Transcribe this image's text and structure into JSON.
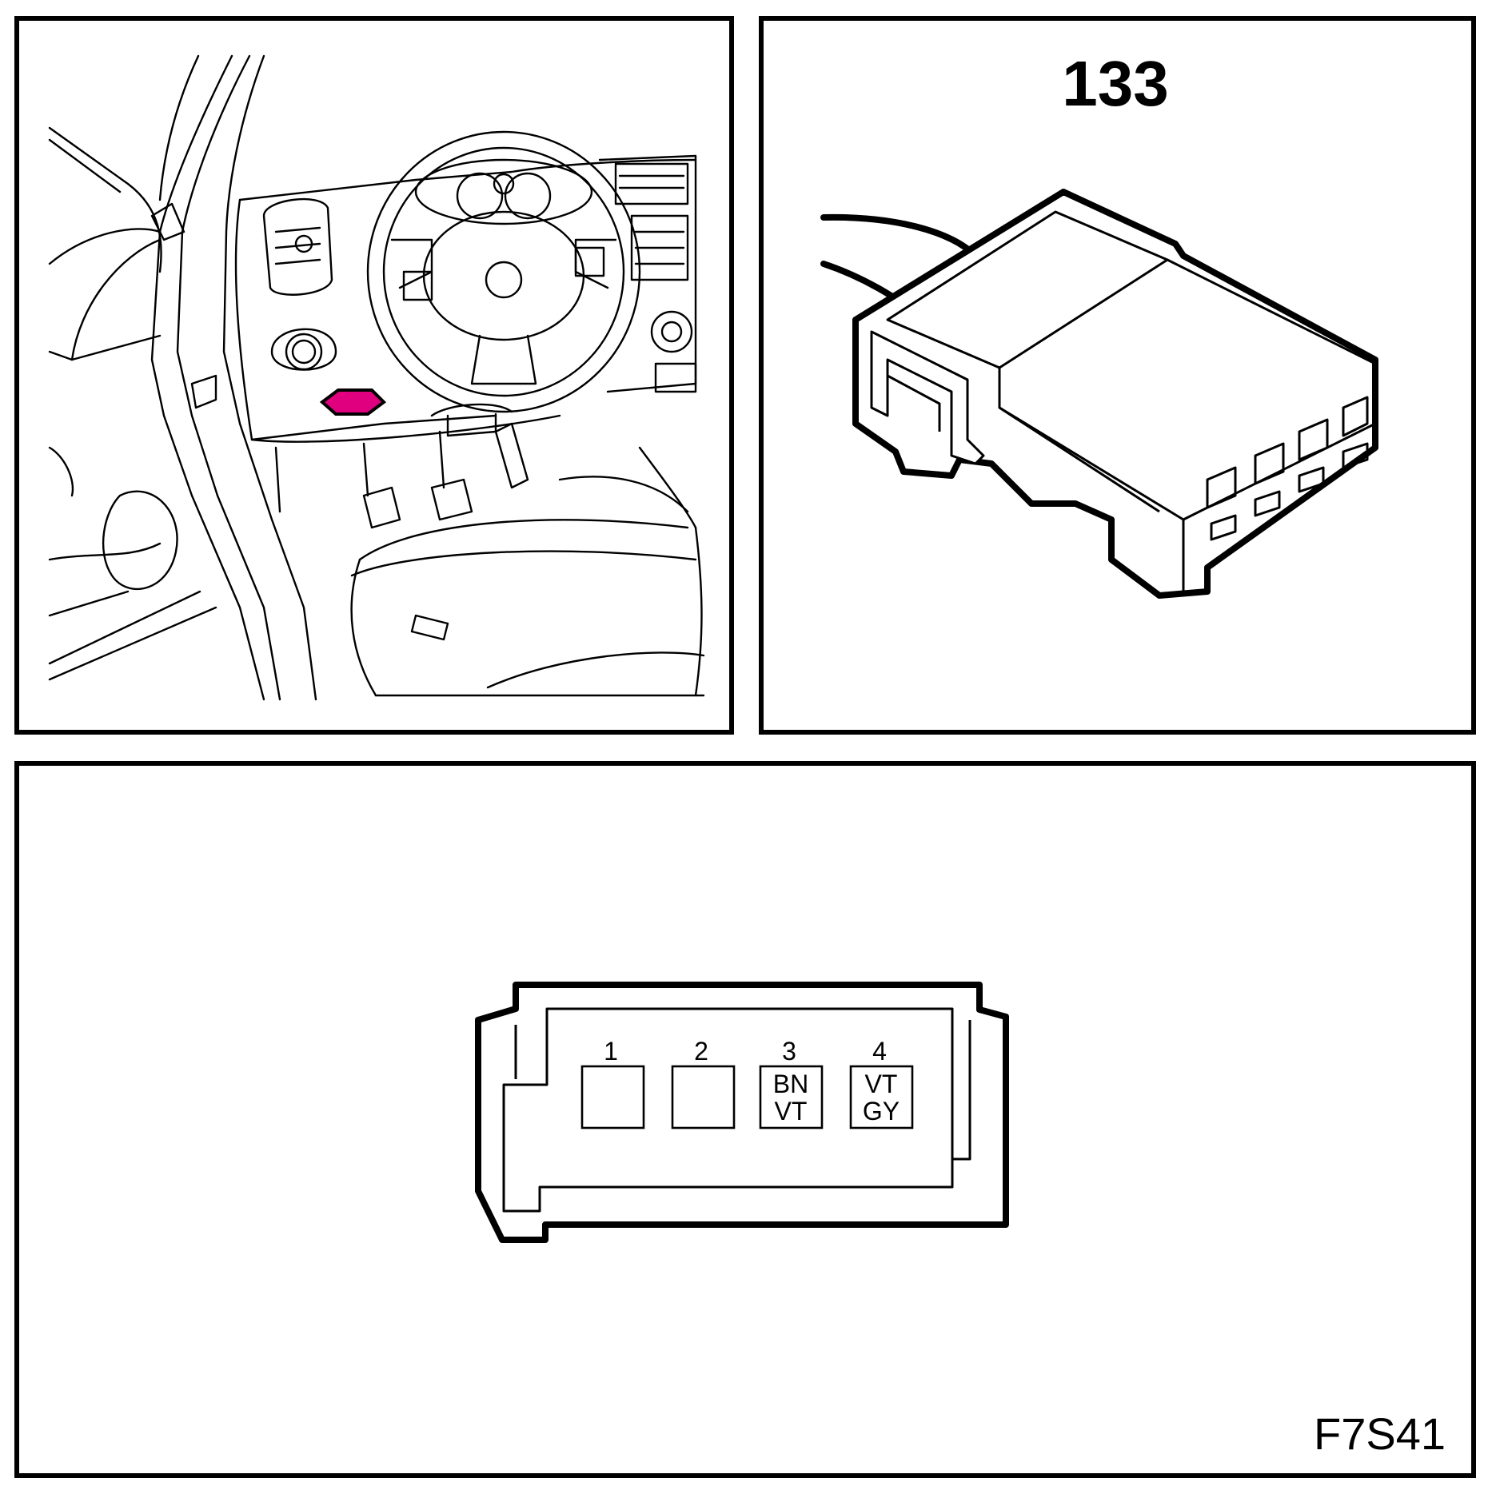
{
  "connector": {
    "number": "133",
    "location_marker_color": "#e0007f"
  },
  "figure_id": "F7S41",
  "pins": [
    {
      "number": "1",
      "wire_top": "",
      "wire_bottom": ""
    },
    {
      "number": "2",
      "wire_top": "",
      "wire_bottom": ""
    },
    {
      "number": "3",
      "wire_top": "BN",
      "wire_bottom": "VT"
    },
    {
      "number": "4",
      "wire_top": "VT",
      "wire_bottom": "GY"
    }
  ]
}
